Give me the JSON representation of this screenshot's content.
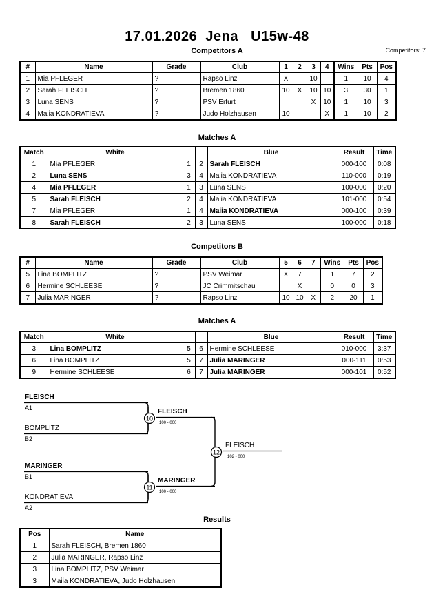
{
  "header": {
    "title": "17.01.2026  Jena   U15w-48",
    "competitors_label": "Competitors: 7"
  },
  "sections": {
    "competitors_a_caption": "Competitors A",
    "matches_a_caption": "Matches A",
    "competitors_b_caption": "Competitors B",
    "matches_b_caption": "Matches A",
    "results_caption": "Results"
  },
  "competitors_a": {
    "headers": [
      "#",
      "Name",
      "Grade",
      "Club",
      "1",
      "2",
      "3",
      "4",
      "Wins",
      "Pts",
      "Pos"
    ],
    "rows": [
      {
        "num": "1",
        "name": "Mia PFLEGER",
        "grade": "?",
        "club": "Rapso Linz",
        "m": [
          "X",
          "",
          "10",
          ""
        ],
        "wins": "1",
        "pts": "10",
        "pos": "4"
      },
      {
        "num": "2",
        "name": "Sarah FLEISCH",
        "grade": "?",
        "club": "Bremen 1860",
        "m": [
          "10",
          "X",
          "10",
          "10"
        ],
        "wins": "3",
        "pts": "30",
        "pos": "1"
      },
      {
        "num": "3",
        "name": "Luna SENS",
        "grade": "?",
        "club": "PSV Erfurt",
        "m": [
          "",
          "",
          "X",
          "10"
        ],
        "wins": "1",
        "pts": "10",
        "pos": "3"
      },
      {
        "num": "4",
        "name": "Maiia KONDRATIEVA",
        "grade": "?",
        "club": "Judo Holzhausen",
        "m": [
          "10",
          "",
          "",
          "X"
        ],
        "wins": "1",
        "pts": "10",
        "pos": "2"
      }
    ]
  },
  "matches_a": {
    "headers": [
      "Match",
      "White",
      "",
      "",
      "Blue",
      "Result",
      "Time"
    ],
    "rows": [
      {
        "match": "1",
        "white": "Mia PFLEGER",
        "white_bold": false,
        "wnum": "1",
        "bnum": "2",
        "blue": "Sarah FLEISCH",
        "blue_bold": true,
        "result": "000-100",
        "time": "0:08"
      },
      {
        "match": "2",
        "white": "Luna SENS",
        "white_bold": true,
        "wnum": "3",
        "bnum": "4",
        "blue": "Maiia KONDRATIEVA",
        "blue_bold": false,
        "result": "110-000",
        "time": "0:19"
      },
      {
        "match": "4",
        "white": "Mia PFLEGER",
        "white_bold": true,
        "wnum": "1",
        "bnum": "3",
        "blue": "Luna SENS",
        "blue_bold": false,
        "result": "100-000",
        "time": "0:20"
      },
      {
        "match": "5",
        "white": "Sarah FLEISCH",
        "white_bold": true,
        "wnum": "2",
        "bnum": "4",
        "blue": "Maiia KONDRATIEVA",
        "blue_bold": false,
        "result": "101-000",
        "time": "0:54"
      },
      {
        "match": "7",
        "white": "Mia PFLEGER",
        "white_bold": false,
        "wnum": "1",
        "bnum": "4",
        "blue": "Maiia KONDRATIEVA",
        "blue_bold": true,
        "result": "000-100",
        "time": "0:39"
      },
      {
        "match": "8",
        "white": "Sarah FLEISCH",
        "white_bold": true,
        "wnum": "2",
        "bnum": "3",
        "blue": "Luna SENS",
        "blue_bold": false,
        "result": "100-000",
        "time": "0:18"
      }
    ]
  },
  "competitors_b": {
    "headers": [
      "#",
      "Name",
      "Grade",
      "Club",
      "5",
      "6",
      "7",
      "Wins",
      "Pts",
      "Pos"
    ],
    "rows": [
      {
        "num": "5",
        "name": "Lina BOMPLITZ",
        "grade": "?",
        "club": "PSV Weimar",
        "m": [
          "X",
          "7",
          ""
        ],
        "wins": "1",
        "pts": "7",
        "pos": "2"
      },
      {
        "num": "6",
        "name": "Hermine SCHLEESE",
        "grade": "?",
        "club": "JC Crimmitschau",
        "m": [
          "",
          "X",
          ""
        ],
        "wins": "0",
        "pts": "0",
        "pos": "3"
      },
      {
        "num": "7",
        "name": "Julia MARINGER",
        "grade": "?",
        "club": "Rapso Linz",
        "m": [
          "10",
          "10",
          "X"
        ],
        "wins": "2",
        "pts": "20",
        "pos": "1"
      }
    ]
  },
  "matches_b": {
    "headers": [
      "Match",
      "White",
      "",
      "",
      "Blue",
      "Result",
      "Time"
    ],
    "rows": [
      {
        "match": "3",
        "white": "Lina BOMPLITZ",
        "white_bold": true,
        "wnum": "5",
        "bnum": "6",
        "blue": "Hermine SCHLEESE",
        "blue_bold": false,
        "result": "010-000",
        "time": "3:37"
      },
      {
        "match": "6",
        "white": "Lina BOMPLITZ",
        "white_bold": false,
        "wnum": "5",
        "bnum": "7",
        "blue": "Julia MARINGER",
        "blue_bold": true,
        "result": "000-111",
        "time": "0:53"
      },
      {
        "match": "9",
        "white": "Hermine SCHLEESE",
        "white_bold": false,
        "wnum": "6",
        "bnum": "7",
        "blue": "Julia MARINGER",
        "blue_bold": true,
        "result": "000-101",
        "time": "0:52"
      }
    ]
  },
  "bracket": {
    "entrants": [
      {
        "name": "FLEISCH",
        "seed": "A1",
        "bold": true
      },
      {
        "name": "BOMPLITZ",
        "seed": "B2",
        "bold": false
      },
      {
        "name": "MARINGER",
        "seed": "B1",
        "bold": true
      },
      {
        "name": "KONDRATIEVA",
        "seed": "A2",
        "bold": false
      }
    ],
    "semifinals": [
      {
        "number": "10",
        "winner": "FLEISCH",
        "bold": true,
        "score": "100 - 000"
      },
      {
        "number": "11",
        "winner": "MARINGER",
        "bold": true,
        "score": "100 - 000"
      }
    ],
    "final": {
      "number": "12",
      "winner": "FLEISCH",
      "bold": false,
      "score": "102 - 000"
    }
  },
  "results": {
    "headers": [
      "Pos",
      "Name"
    ],
    "rows": [
      {
        "pos": "1",
        "name": "Sarah FLEISCH, Bremen 1860"
      },
      {
        "pos": "2",
        "name": "Julia MARINGER, Rapso Linz"
      },
      {
        "pos": "3",
        "name": "Lina BOMPLITZ, PSV Weimar"
      },
      {
        "pos": "3",
        "name": "Maiia KONDRATIEVA, Judo Holzhausen"
      }
    ]
  },
  "colors": {
    "ink": "#000000",
    "paper": "#ffffff"
  }
}
